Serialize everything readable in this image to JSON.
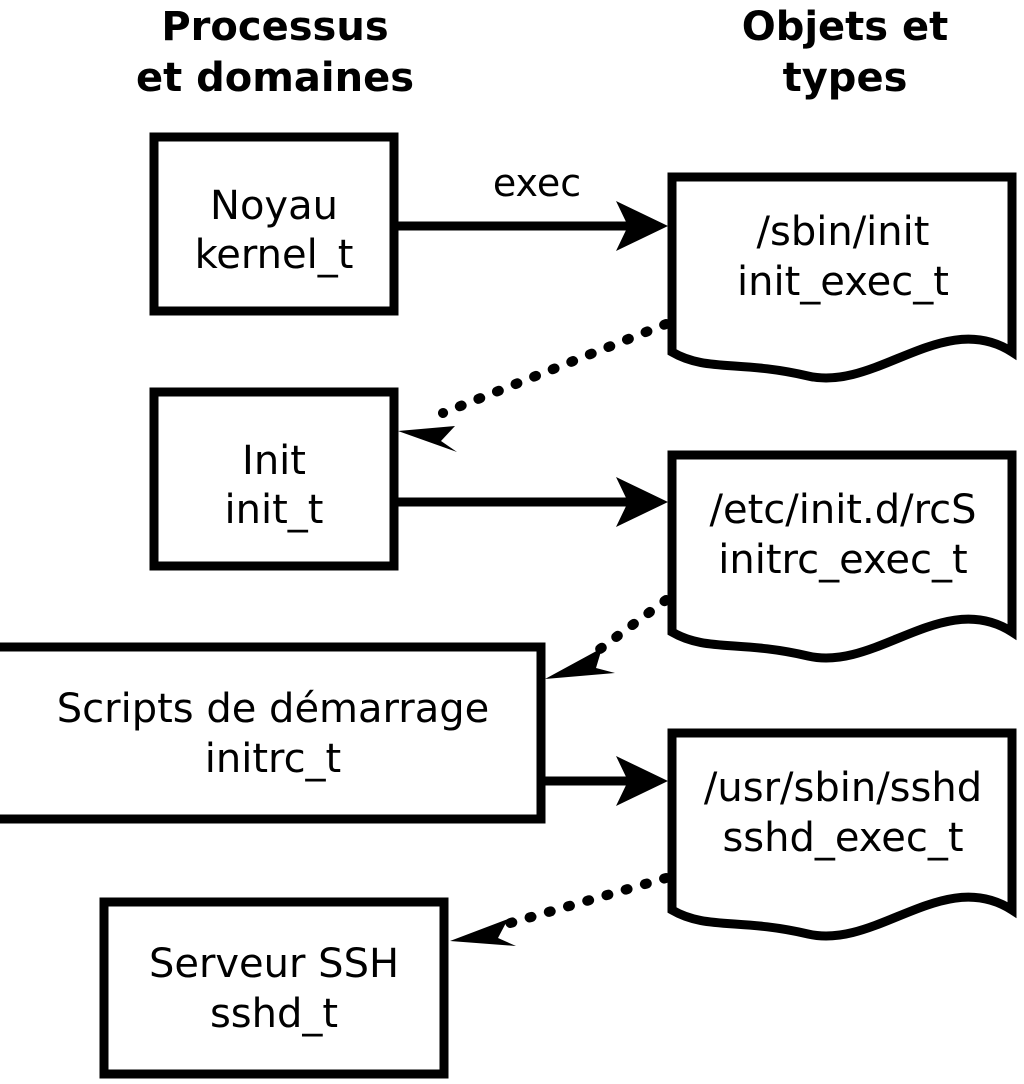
{
  "diagram": {
    "title_left": "Processus\net domaines",
    "columns": {
      "left": {
        "line1": "Processus",
        "line2": "et domaines"
      },
      "right": {
        "line1": "Objets et",
        "line2": "types"
      }
    },
    "process_nodes": [
      {
        "id": "kernel",
        "line1": "Noyau",
        "line2": "kernel_t"
      },
      {
        "id": "init",
        "line1": "Init",
        "line2": "init_t"
      },
      {
        "id": "initrc",
        "line1": "Scripts de démarrage",
        "line2": "initrc_t"
      },
      {
        "id": "sshd",
        "line1": "Serveur SSH",
        "line2": "sshd_t"
      }
    ],
    "object_nodes": [
      {
        "id": "init_exec",
        "line1": "/sbin/init",
        "line2": "init_exec_t"
      },
      {
        "id": "initrc_exec",
        "line1": "/etc/init.d/rcS",
        "line2": "initrc_exec_t"
      },
      {
        "id": "sshd_exec",
        "line1": "/usr/sbin/sshd",
        "line2": "sshd_exec_t"
      }
    ],
    "edges": [
      {
        "id": "kernel-to-init_exec",
        "label": "exec",
        "style": "solid",
        "from": "kernel",
        "to": "init_exec"
      },
      {
        "id": "init_exec-to-init",
        "label": "",
        "style": "dotted",
        "from": "init_exec",
        "to": "init"
      },
      {
        "id": "init-to-initrc_exec",
        "label": "",
        "style": "solid",
        "from": "init",
        "to": "initrc_exec"
      },
      {
        "id": "initrc_exec-to-initrc",
        "label": "",
        "style": "dotted",
        "from": "initrc_exec",
        "to": "initrc"
      },
      {
        "id": "initrc-to-sshd_exec",
        "label": "",
        "style": "solid",
        "from": "initrc",
        "to": "sshd_exec"
      },
      {
        "id": "sshd_exec-to-sshd",
        "label": "",
        "style": "dotted",
        "from": "sshd_exec",
        "to": "sshd"
      }
    ],
    "colors": {
      "stroke": "#000000",
      "fill": "#ffffff",
      "background": "#ffffff"
    }
  }
}
